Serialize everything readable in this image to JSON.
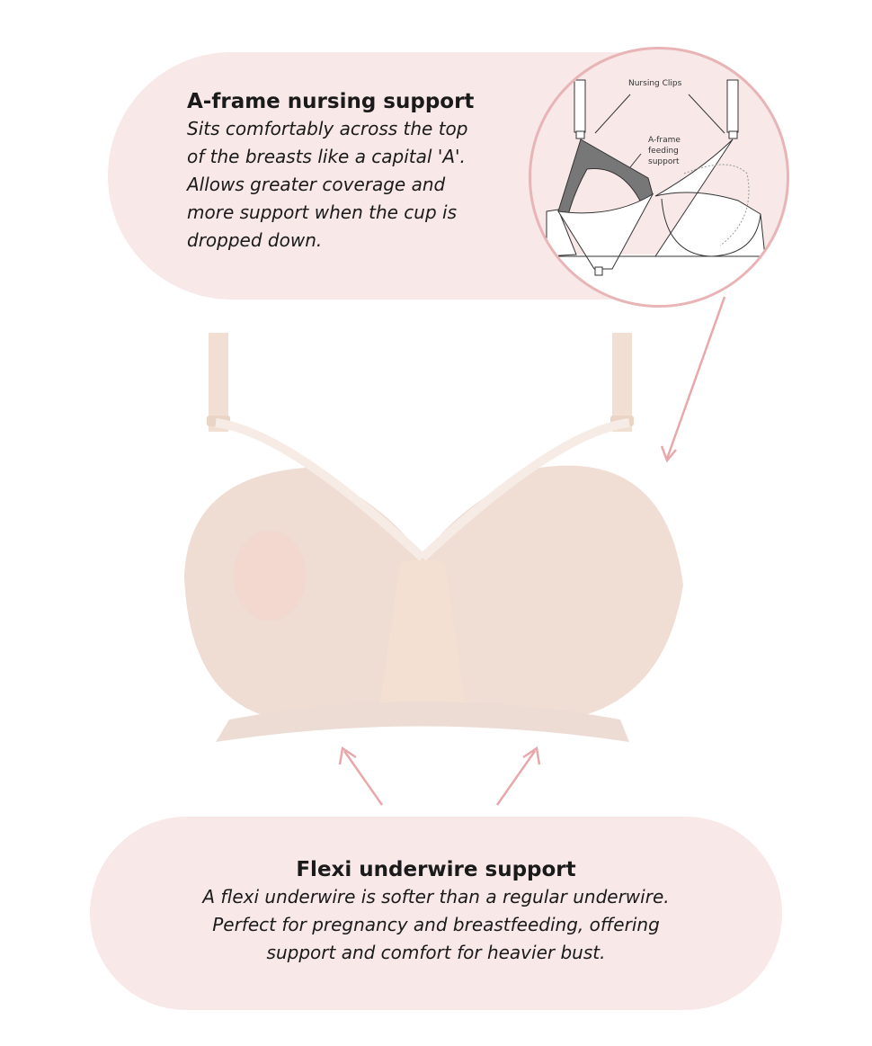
{
  "top_callout": {
    "title": "A-frame nursing support",
    "lines": [
      "Sits comfortably across the top",
      "of the breasts like a capital 'A'.",
      "Allows greater coverage and",
      "more support when the cup is",
      "dropped down."
    ]
  },
  "diagram": {
    "label_clips": "Nursing Clips",
    "label_aframe_1": "A-frame",
    "label_aframe_2": "feeding",
    "label_aframe_3": "support"
  },
  "bottom_callout": {
    "title": "Flexi underwire support",
    "lines": [
      "A flexi underwire is softer than a regular underwire.",
      "Perfect for pregnancy and breastfeeding, offering",
      "support and comfort for heavier bust."
    ]
  },
  "colors": {
    "pill": "#f8e8e8",
    "accent": "#e8b4b6",
    "fabric": "#efdcd0"
  }
}
